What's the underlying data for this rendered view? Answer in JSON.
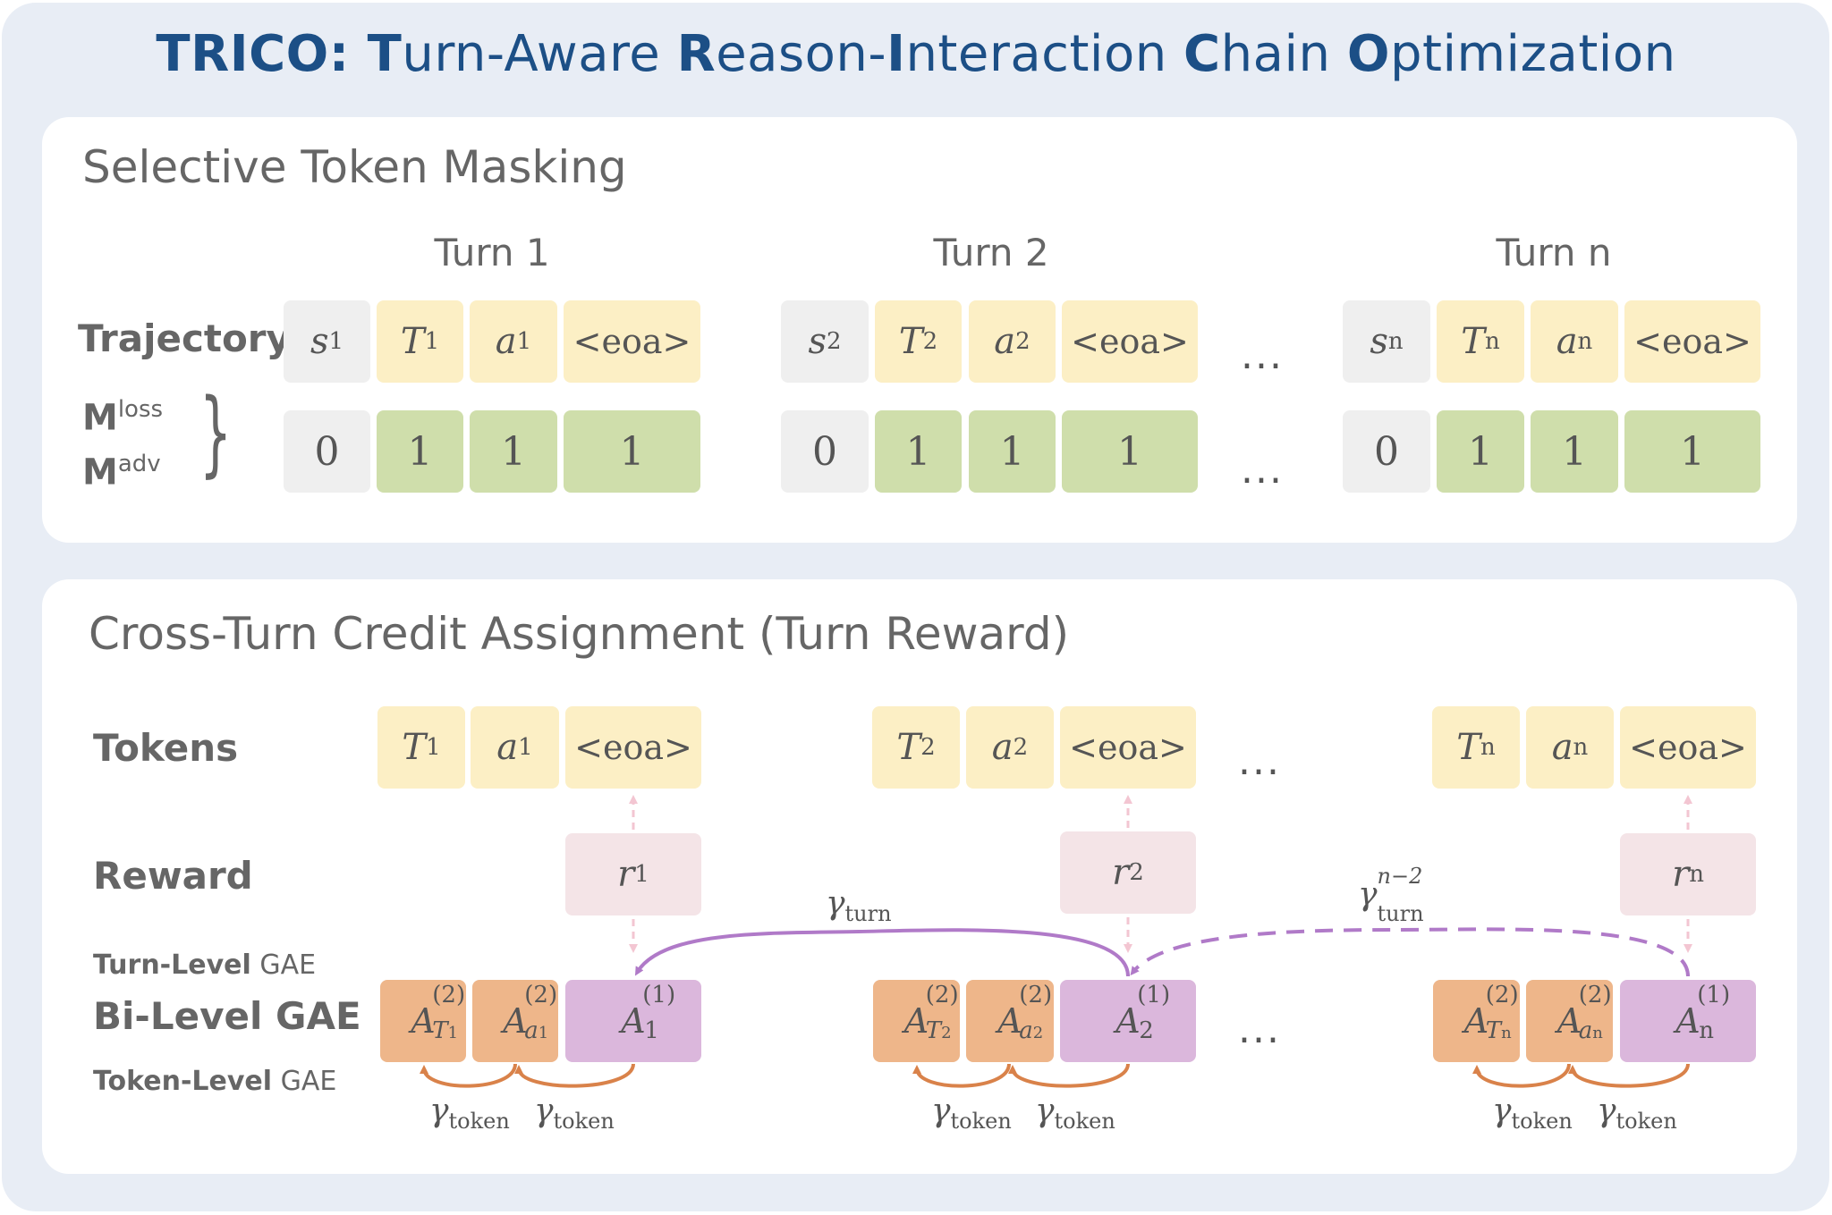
{
  "title": {
    "parts": [
      {
        "text": "TRICO: ",
        "bold": true
      },
      {
        "text": "T",
        "bold": true
      },
      {
        "text": "urn-Aware ",
        "bold": false
      },
      {
        "text": "R",
        "bold": true
      },
      {
        "text": "eason-",
        "bold": false
      },
      {
        "text": "I",
        "bold": true
      },
      {
        "text": "nteraction ",
        "bold": false
      },
      {
        "text": "C",
        "bold": true
      },
      {
        "text": "hain ",
        "bold": false
      },
      {
        "text": "O",
        "bold": true
      },
      {
        "text": "ptimization",
        "bold": false
      }
    ]
  },
  "masking": {
    "heading": "Selective Token Masking",
    "turn_labels": [
      "Turn 1",
      "Turn 2",
      "Turn n"
    ],
    "trajectory_label": "Trajectory",
    "mask_label_loss": "loss",
    "mask_label_adv": "adv",
    "mask_letter": "M",
    "brace": "}",
    "trajectory": [
      {
        "s": "s",
        "s_sub": "1",
        "T": "T",
        "T_sub": "1",
        "a": "a",
        "a_sub": "1",
        "eoa": "<eoa>"
      },
      {
        "s": "s",
        "s_sub": "2",
        "T": "T",
        "T_sub": "2",
        "a": "a",
        "a_sub": "2",
        "eoa": "<eoa>"
      },
      {
        "s": "s",
        "s_sub": "n",
        "T": "T",
        "T_sub": "n",
        "a": "a",
        "a_sub": "n",
        "eoa": "<eoa>"
      }
    ],
    "mask_values": [
      [
        "0",
        "1",
        "1",
        "1"
      ],
      [
        "0",
        "1",
        "1",
        "1"
      ],
      [
        "0",
        "1",
        "1",
        "1"
      ]
    ],
    "ellipsis": "..."
  },
  "credit": {
    "heading": "Cross-Turn Credit Assignment (Turn Reward)",
    "tokens_label": "Tokens",
    "reward_label": "Reward",
    "turn_level": {
      "bold": "Turn-Level",
      "rest": " GAE"
    },
    "bilevel_label": "Bi-Level GAE",
    "token_level": {
      "bold": "Token-Level",
      "rest": " GAE"
    },
    "tokens": [
      {
        "T": "T",
        "T_sub": "1",
        "a": "a",
        "a_sub": "1",
        "eoa": "<eoa>"
      },
      {
        "T": "T",
        "T_sub": "2",
        "a": "a",
        "a_sub": "2",
        "eoa": "<eoa>"
      },
      {
        "T": "T",
        "T_sub": "n",
        "a": "a",
        "a_sub": "n",
        "eoa": "<eoa>"
      }
    ],
    "rewards": [
      {
        "r": "r",
        "sub": "1"
      },
      {
        "r": "r",
        "sub": "2"
      },
      {
        "r": "r",
        "sub": "n"
      }
    ],
    "advantages": [
      {
        "A": "A",
        "sup2": "(2)",
        "T_base": "T",
        "T_sub": "1",
        "a_base": "a",
        "a_sub": "1",
        "sup1": "(1)",
        "turn_sub": "1"
      },
      {
        "A": "A",
        "sup2": "(2)",
        "T_base": "T",
        "T_sub": "2",
        "a_base": "a",
        "a_sub": "2",
        "sup1": "(1)",
        "turn_sub": "2"
      },
      {
        "A": "A",
        "sup2": "(2)",
        "T_base": "T",
        "T_sub": "n",
        "a_base": "a",
        "a_sub": "n",
        "sup1": "(1)",
        "turn_sub": "n"
      }
    ],
    "gamma_symbol": "γ",
    "gamma_turn_sub": "turn",
    "gamma_turn_sup": "n−2",
    "gamma_token_sub": "token",
    "ellipsis": "..."
  },
  "colors": {
    "title": "#1c4f86",
    "frame": "#e8edf5",
    "state_box": "#efefef",
    "token_box": "#fcefc5",
    "mask_box": "#cfdeab",
    "reward_box": "#f4e4e7",
    "token_adv_box": "#eeb68a",
    "turn_adv_box": "#dbb7dc",
    "turn_arrow": "#b07ac8",
    "token_arrow": "#d9824a",
    "reward_arrow": "#f3c6d2"
  }
}
